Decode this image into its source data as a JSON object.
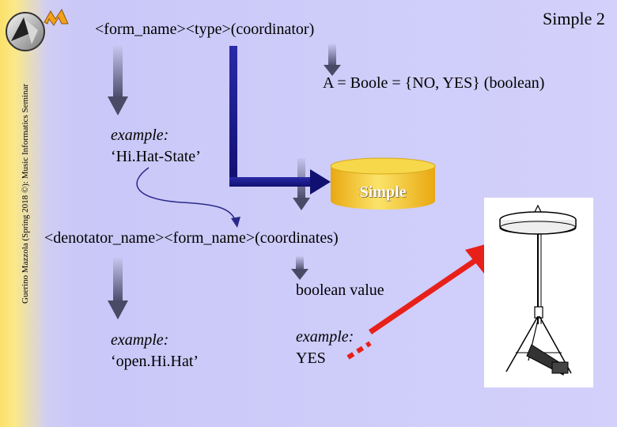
{
  "sidebar": {
    "credit": "Guerino Mazzola (Spring 2018 ©): Music Informatics Seminar"
  },
  "slide": {
    "title": "Simple 2",
    "form_syntax": "<form_name><type>(coordinator)",
    "boole_def": "A = Boole = {NO, YES} (boolean)",
    "example1_label": "example:",
    "example1_value": "‘Hi.Hat-State’",
    "simple_label": "Simple",
    "denotator_syntax": "<denotator_name><form_name>(coordinates)",
    "boolean_value": "boolean value",
    "example2_label": "example:",
    "example2_value": "‘open.Hi.Hat’",
    "example3_label": "example:",
    "example3_value": "YES"
  },
  "colors": {
    "sidebar_yellow": "#fbe06a",
    "background": "#d3d1fb",
    "connector_blue": "#1a1a9a",
    "red_arrow": "#e8201a",
    "cylinder_top": "#f6d84a",
    "cylinder_body": "#f2c21e"
  }
}
